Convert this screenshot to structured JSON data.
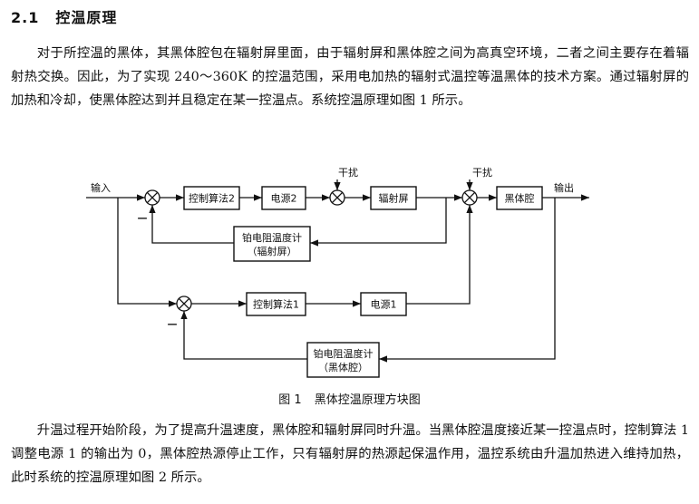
{
  "section": {
    "number": "2.1",
    "title": "控温原理"
  },
  "paragraph1": "对于所控温的黑体，其黑体腔包在辐射屏里面，由于辐射屏和黑体腔之间为高真空环境，二者之间主要存在着辐射热交换。因此，为了实现 240～360K 的控温范围，采用电加热的辐射式温控等温黑体的技术方案。通过辐射屏的加热和冷却，使黑体腔达到并且稳定在某一控温点。系统控温原理如图 1 所示。",
  "diagram": {
    "input": "输入",
    "output": "输出",
    "disturbance1": "干扰",
    "disturbance2": "干扰",
    "control_algorithm_2": "控制算法2",
    "power_2": "电源2",
    "radiation_screen": "辐射屏",
    "blackbody_cavity": "黑体腔",
    "sensor_screen_line1": "铂电阻温度计",
    "sensor_screen_line2": "（辐射屏）",
    "control_algorithm_1": "控制算法1",
    "power_1": "电源1",
    "sensor_cavity_line1": "铂电阻温度计",
    "sensor_cavity_line2": "（黑体腔）",
    "minus1": "—",
    "minus2": "—"
  },
  "caption": {
    "label": "图 1",
    "text": "黑体控温原理方块图"
  },
  "paragraph2": "升温过程开始阶段，为了提高升温速度，黑体腔和辐射屏同时升温。当黑体腔温度接近某一控温点时，控制算法 1 调整电源 1 的输出为 0，黑体腔热源停止工作，只有辐射屏的热源起保温作用，温控系统由升温加热进入维持加热，此时系统的控温原理如图 2 所示。"
}
